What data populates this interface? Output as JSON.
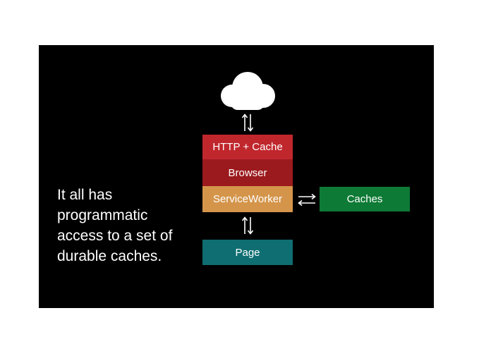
{
  "caption": "It all has\nprogrammatic\naccess to a set of\ndurable caches.",
  "stack": {
    "http_cache": "HTTP + Cache",
    "browser": "Browser",
    "service_worker": "ServiceWorker",
    "page": "Page"
  },
  "caches": "Caches",
  "icons": {
    "cloud": "cloud-icon",
    "vertical_arrows": "up-down-arrows-icon",
    "horizontal_arrows": "left-right-arrows-icon"
  },
  "colors": {
    "background": "#000000",
    "http_cache": "#c0272d",
    "browser": "#9b1a1e",
    "service_worker": "#d4954b",
    "page": "#0f6e71",
    "caches": "#0d7a35",
    "text": "#ffffff"
  }
}
